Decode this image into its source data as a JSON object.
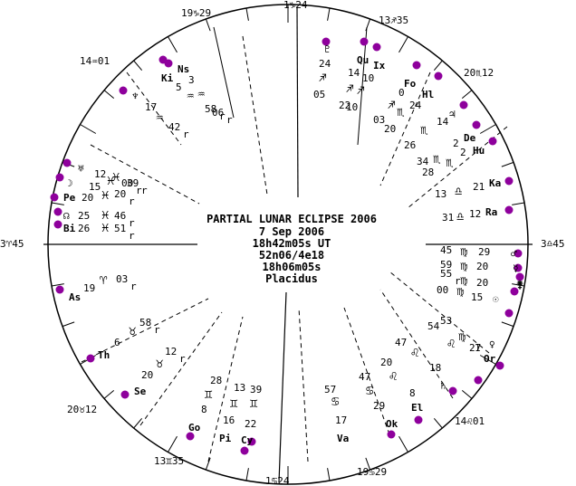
{
  "title": "PARTIAL LUNAR ECLIPSE 2006",
  "center": {
    "date": "7 Sep 2006",
    "time": "18h42m05s UT",
    "location": "52n06/4e18",
    "sidereal": "18h06m05s",
    "houses": "Placidus"
  },
  "cusps": {
    "asc": "3♈45",
    "dsc": "3♎45",
    "mc": "1♑24",
    "ic": "1♋24",
    "c11": "13♐35",
    "c12": "20♏12",
    "c2": "14♌01",
    "c3": "19♋29",
    "c5": "13♊35",
    "c6": "20♉12",
    "c8": "14♒01",
    "c9": "19♑29"
  },
  "colors": {
    "dot": "#8e009c",
    "line": "#000000",
    "bg": "#ffffff"
  },
  "point_icon": "purple-dot-marker",
  "bodies": [
    {
      "name": "pluto",
      "sym": "♇",
      "deg": "24",
      "sign": "♐",
      "min": "05",
      "r": ""
    },
    {
      "name": "quaoar",
      "sym": "Qu",
      "deg": "14",
      "sign": "♐",
      "min": "22",
      "r": ""
    },
    {
      "name": "ixion",
      "sym": "Ix",
      "deg": "10",
      "sign": "♐",
      "min": "10",
      "r": ""
    },
    {
      "name": "fortune",
      "sym": "Fo",
      "deg": "0",
      "sign": "♐",
      "min": "03",
      "r": ""
    },
    {
      "name": "hylonome",
      "sym": "Hl",
      "deg": "24",
      "sign": "♏",
      "min": "20",
      "r": ""
    },
    {
      "name": "jupiter",
      "sym": "♃",
      "deg": "14",
      "sign": "♏",
      "min": "26",
      "r": ""
    },
    {
      "name": "deucalion",
      "sym": "De",
      "deg": "2",
      "sign": "♏",
      "min": "34",
      "r": ""
    },
    {
      "name": "huya",
      "sym": "Hu",
      "deg": "2",
      "sign": "♏",
      "min": "28",
      "r": ""
    },
    {
      "name": "karma",
      "sym": "Ka",
      "deg": "21",
      "sign": "♎",
      "min": "13",
      "r": ""
    },
    {
      "name": "radamanthus",
      "sym": "Ra",
      "deg": "12",
      "sign": "♎",
      "min": "31",
      "r": ""
    },
    {
      "name": "mars",
      "sym": "♂",
      "deg": "29",
      "sign": "♍",
      "min": "45",
      "r": ""
    },
    {
      "name": "mercury",
      "sym": "☿",
      "deg": "20",
      "sign": "♍",
      "min": "59",
      "r": ""
    },
    {
      "name": "proserpina",
      "sym": "⚵",
      "deg": "20",
      "sign": "♍",
      "min": "55",
      "r": "r"
    },
    {
      "name": "sun",
      "sym": "☉",
      "deg": "15",
      "sign": "♍",
      "min": "00",
      "r": ""
    },
    {
      "name": "venus",
      "sym": "♀",
      "deg": "1",
      "sign": "♍",
      "min": "53",
      "r": ""
    },
    {
      "name": "orcus",
      "sym": "Or",
      "deg": "27",
      "sign": "♌",
      "min": "54",
      "r": ""
    },
    {
      "name": "saturn",
      "sym": "♄",
      "deg": "18",
      "sign": "♌",
      "min": "47",
      "r": ""
    },
    {
      "name": "eleutheria",
      "sym": "El",
      "deg": "8",
      "sign": "♌",
      "min": "20",
      "r": ""
    },
    {
      "name": "orcus2",
      "sym": "Ok",
      "deg": "29",
      "sign": "♋",
      "min": "47",
      "r": ""
    },
    {
      "name": "varuna",
      "sym": "Va",
      "deg": "17",
      "sign": "♋",
      "min": "57",
      "r": ""
    },
    {
      "name": "cyllarus",
      "sym": "Cy",
      "deg": "22",
      "sign": "♊",
      "min": "39",
      "r": ""
    },
    {
      "name": "pittacus",
      "sym": "Pi",
      "deg": "16",
      "sign": "♊",
      "min": "13",
      "r": ""
    },
    {
      "name": "gonggong",
      "sym": "Go",
      "deg": "8",
      "sign": "♊",
      "min": "28",
      "r": ""
    },
    {
      "name": "sedna",
      "sym": "Se",
      "deg": "20",
      "sign": "♉",
      "min": "12",
      "r": "r"
    },
    {
      "name": "thereus",
      "sym": "Th",
      "deg": "6",
      "sign": "♉",
      "min": "58",
      "r": "r"
    },
    {
      "name": "ascendant-asteroid",
      "sym": "As",
      "deg": "19",
      "sign": "♈",
      "min": "03",
      "r": "r"
    },
    {
      "name": "bienor",
      "sym": "Bi",
      "deg": "26",
      "sign": "♓",
      "min": "51",
      "r": "r"
    },
    {
      "name": "node",
      "sym": "☊",
      "deg": "25",
      "sign": "♓",
      "min": "46",
      "r": "r"
    },
    {
      "name": "pelion",
      "sym": "Pe",
      "deg": "20",
      "sign": "♓",
      "min": "20",
      "r": "r"
    },
    {
      "name": "moon",
      "sym": "☽",
      "deg": "15",
      "sign": "♓",
      "min": "00",
      "r": "r"
    },
    {
      "name": "uranus",
      "sym": "♅",
      "deg": "12",
      "sign": "♓",
      "min": "39",
      "r": "r"
    },
    {
      "name": "neptune",
      "sym": "♆",
      "deg": "17",
      "sign": "♒",
      "min": "42",
      "r": "r"
    },
    {
      "name": "kimi",
      "sym": "Ki",
      "deg": "5",
      "sign": "♒",
      "min": "58",
      "r": "r"
    },
    {
      "name": "nessus",
      "sym": "Ns",
      "deg": "3",
      "sign": "♒",
      "min": "06",
      "r": "r"
    }
  ]
}
